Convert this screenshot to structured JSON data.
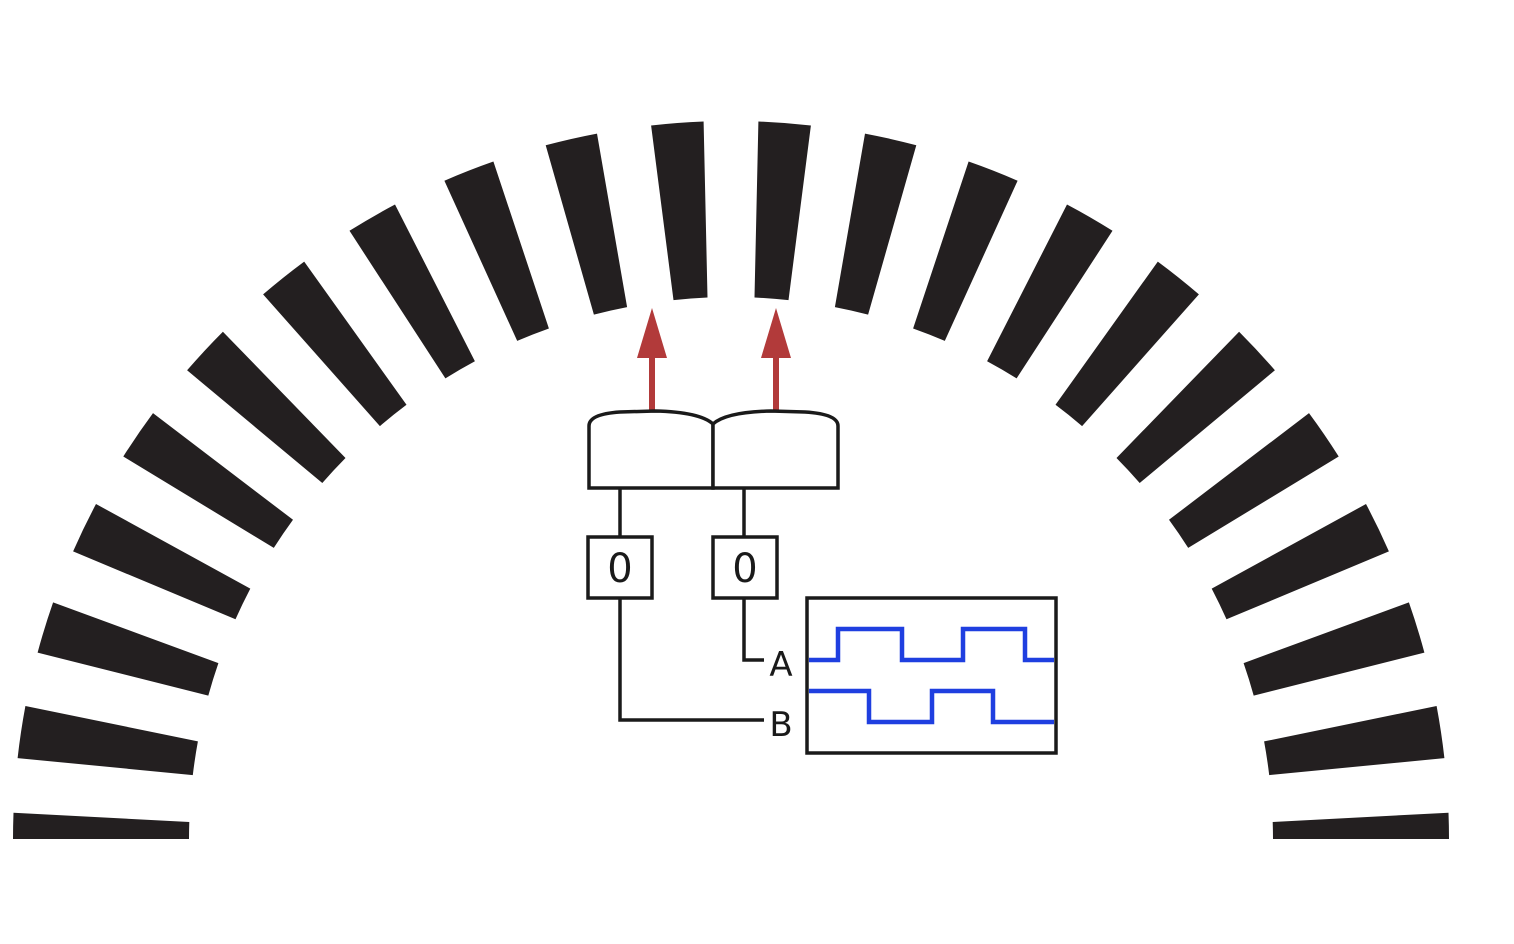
{
  "disc": {
    "segment_count": 22,
    "segment_color": "#231f20",
    "shape": "upper-half-ring"
  },
  "sensors": {
    "arrow_color": "#b23a3a",
    "items": [
      {
        "id": "sensor-left",
        "counter_value": "0"
      },
      {
        "id": "sensor-right",
        "counter_value": "0"
      }
    ]
  },
  "output": {
    "channels": [
      {
        "label": "A"
      },
      {
        "label": "B"
      }
    ],
    "waveform_color": "#1f3fe0",
    "frame_color": "#1a1a1a"
  }
}
